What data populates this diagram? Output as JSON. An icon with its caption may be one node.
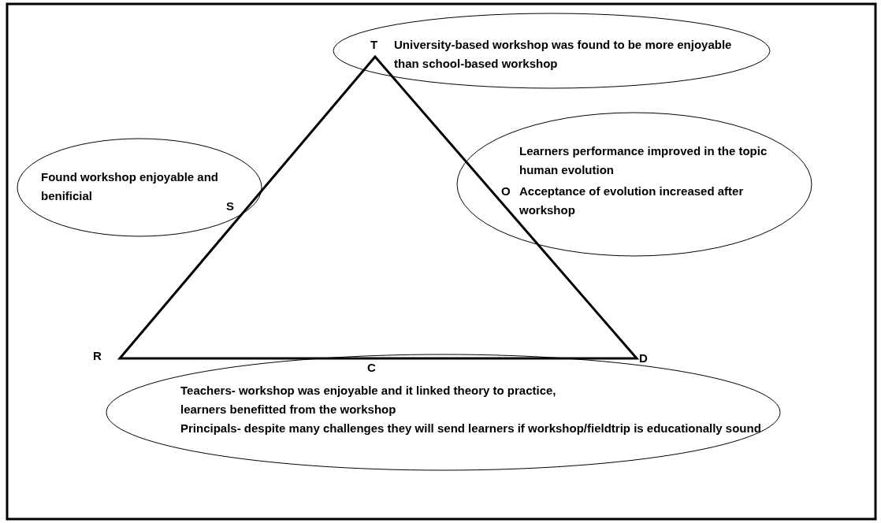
{
  "diagram": {
    "nodes": [
      {
        "text": [
          "T",
          "University-based workshop was found to be more enjoyable than school-based workshop"
        ]
      },
      {
        "text": [
          "Found workshop enjoyable and benificial",
          "S"
        ]
      },
      {
        "text": [
          "Learners performance improved in the topic human evolution",
          "O",
          "Acceptance of evolution increased after workshop"
        ]
      },
      {
        "text": [
          "C",
          "Teachers- workshop was enjoyable and it linked theory to practice, learners benefitted from the workshop",
          "Principals- despite many challenges they will send learners if workshop/fieldtrip is educationally sound"
        ]
      }
    ],
    "labels": [
      "R",
      "D"
    ]
  }
}
